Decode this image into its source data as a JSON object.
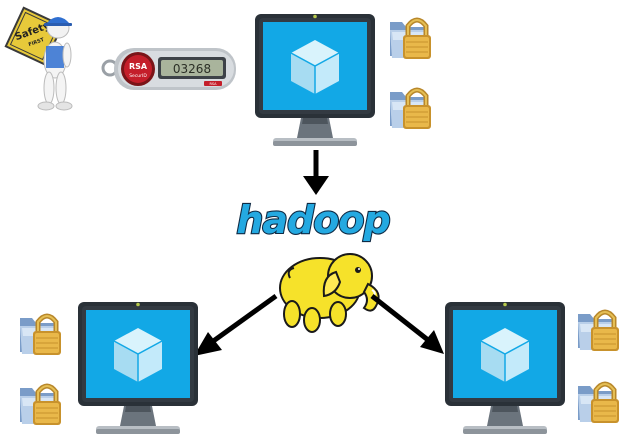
{
  "diagram": {
    "safety_sign": {
      "label": "Safety",
      "sub_label": "FIRST"
    },
    "token": {
      "brand": "RSA",
      "product": "SecurID",
      "display_code": "03268",
      "footer_label": "RSA"
    },
    "hadoop_logo": {
      "text": "hadoop"
    },
    "nodes": [
      {
        "role": "master",
        "icon": "monitor-cube-icon",
        "folders": [
          "locked-folder-icon",
          "locked-folder-icon"
        ]
      },
      {
        "role": "worker-left",
        "icon": "monitor-cube-icon",
        "folders": [
          "locked-folder-icon",
          "locked-folder-icon"
        ]
      },
      {
        "role": "worker-right",
        "icon": "monitor-cube-icon",
        "folders": [
          "locked-folder-icon",
          "locked-folder-icon"
        ]
      }
    ],
    "colors": {
      "monitor_bezel": "#2a3138",
      "screen": "#12a8e6",
      "cube": "#bfe9f8",
      "hadoop_text": "#24a9e1",
      "hadoop_outline": "#0f2a44",
      "elephant": "#f6e22a",
      "lock": "#d9a62a",
      "folder": "#9fb8d8",
      "arrow": "#000000"
    }
  }
}
